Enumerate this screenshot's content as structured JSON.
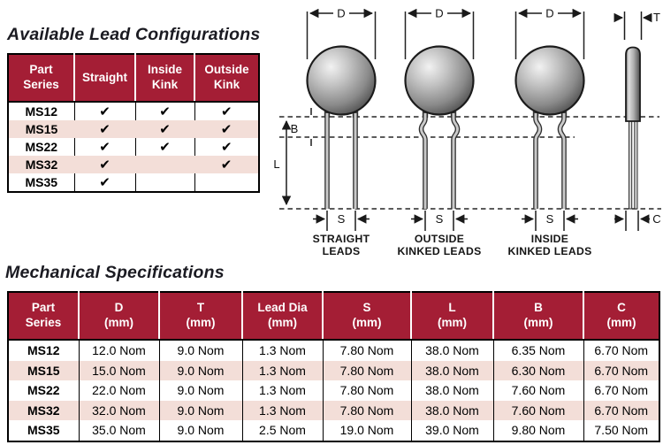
{
  "colors": {
    "accent": "#a41e35",
    "stripe": "#f3ded8",
    "ink": "#1a1a1a"
  },
  "lead": {
    "title": "Available Lead Configurations",
    "headers": [
      [
        "Part",
        "Series"
      ],
      [
        "Straight",
        ""
      ],
      [
        "Inside",
        "Kink"
      ],
      [
        "Outside",
        "Kink"
      ]
    ],
    "rows": [
      [
        "MS12",
        "✔",
        "✔",
        "✔"
      ],
      [
        "MS15",
        "✔",
        "✔",
        "✔"
      ],
      [
        "MS22",
        "✔",
        "✔",
        "✔"
      ],
      [
        "MS32",
        "✔",
        "",
        "✔"
      ],
      [
        "MS35",
        "✔",
        "",
        ""
      ]
    ]
  },
  "mech": {
    "title": "Mechanical Specifications",
    "headers": [
      [
        "Part",
        "Series"
      ],
      [
        "D",
        "(mm)"
      ],
      [
        "T",
        "(mm)"
      ],
      [
        "Lead Dia",
        "(mm)"
      ],
      [
        "S",
        "(mm)"
      ],
      [
        "L",
        "(mm)"
      ],
      [
        "B",
        "(mm)"
      ],
      [
        "C",
        "(mm)"
      ]
    ],
    "rows": [
      [
        "MS12",
        "12.0 Nom",
        "9.0 Nom",
        "1.3 Nom",
        "7.80 Nom",
        "38.0 Nom",
        "6.35 Nom",
        "6.70 Nom"
      ],
      [
        "MS15",
        "15.0 Nom",
        "9.0 Nom",
        "1.3 Nom",
        "7.80 Nom",
        "38.0 Nom",
        "6.30 Nom",
        "6.70 Nom"
      ],
      [
        "MS22",
        "22.0 Nom",
        "9.0 Nom",
        "1.3 Nom",
        "7.80 Nom",
        "38.0 Nom",
        "7.60 Nom",
        "6.70 Nom"
      ],
      [
        "MS32",
        "32.0 Nom",
        "9.0 Nom",
        "1.3 Nom",
        "7.80 Nom",
        "38.0 Nom",
        "7.60 Nom",
        "6.70 Nom"
      ],
      [
        "MS35",
        "35.0 Nom",
        "9.0 Nom",
        "2.5 Nom",
        "19.0 Nom",
        "39.0 Nom",
        "9.80 Nom",
        "7.50 Nom"
      ]
    ]
  },
  "diagram": {
    "labels": {
      "d": "D",
      "t": "T",
      "b": "B",
      "l": "L",
      "s": "S",
      "c": "C"
    },
    "captions": [
      [
        "STRAIGHT",
        "LEADS"
      ],
      [
        "OUTSIDE",
        "KINKED LEADS"
      ],
      [
        "INSIDE",
        "KINKED LEADS"
      ]
    ]
  }
}
